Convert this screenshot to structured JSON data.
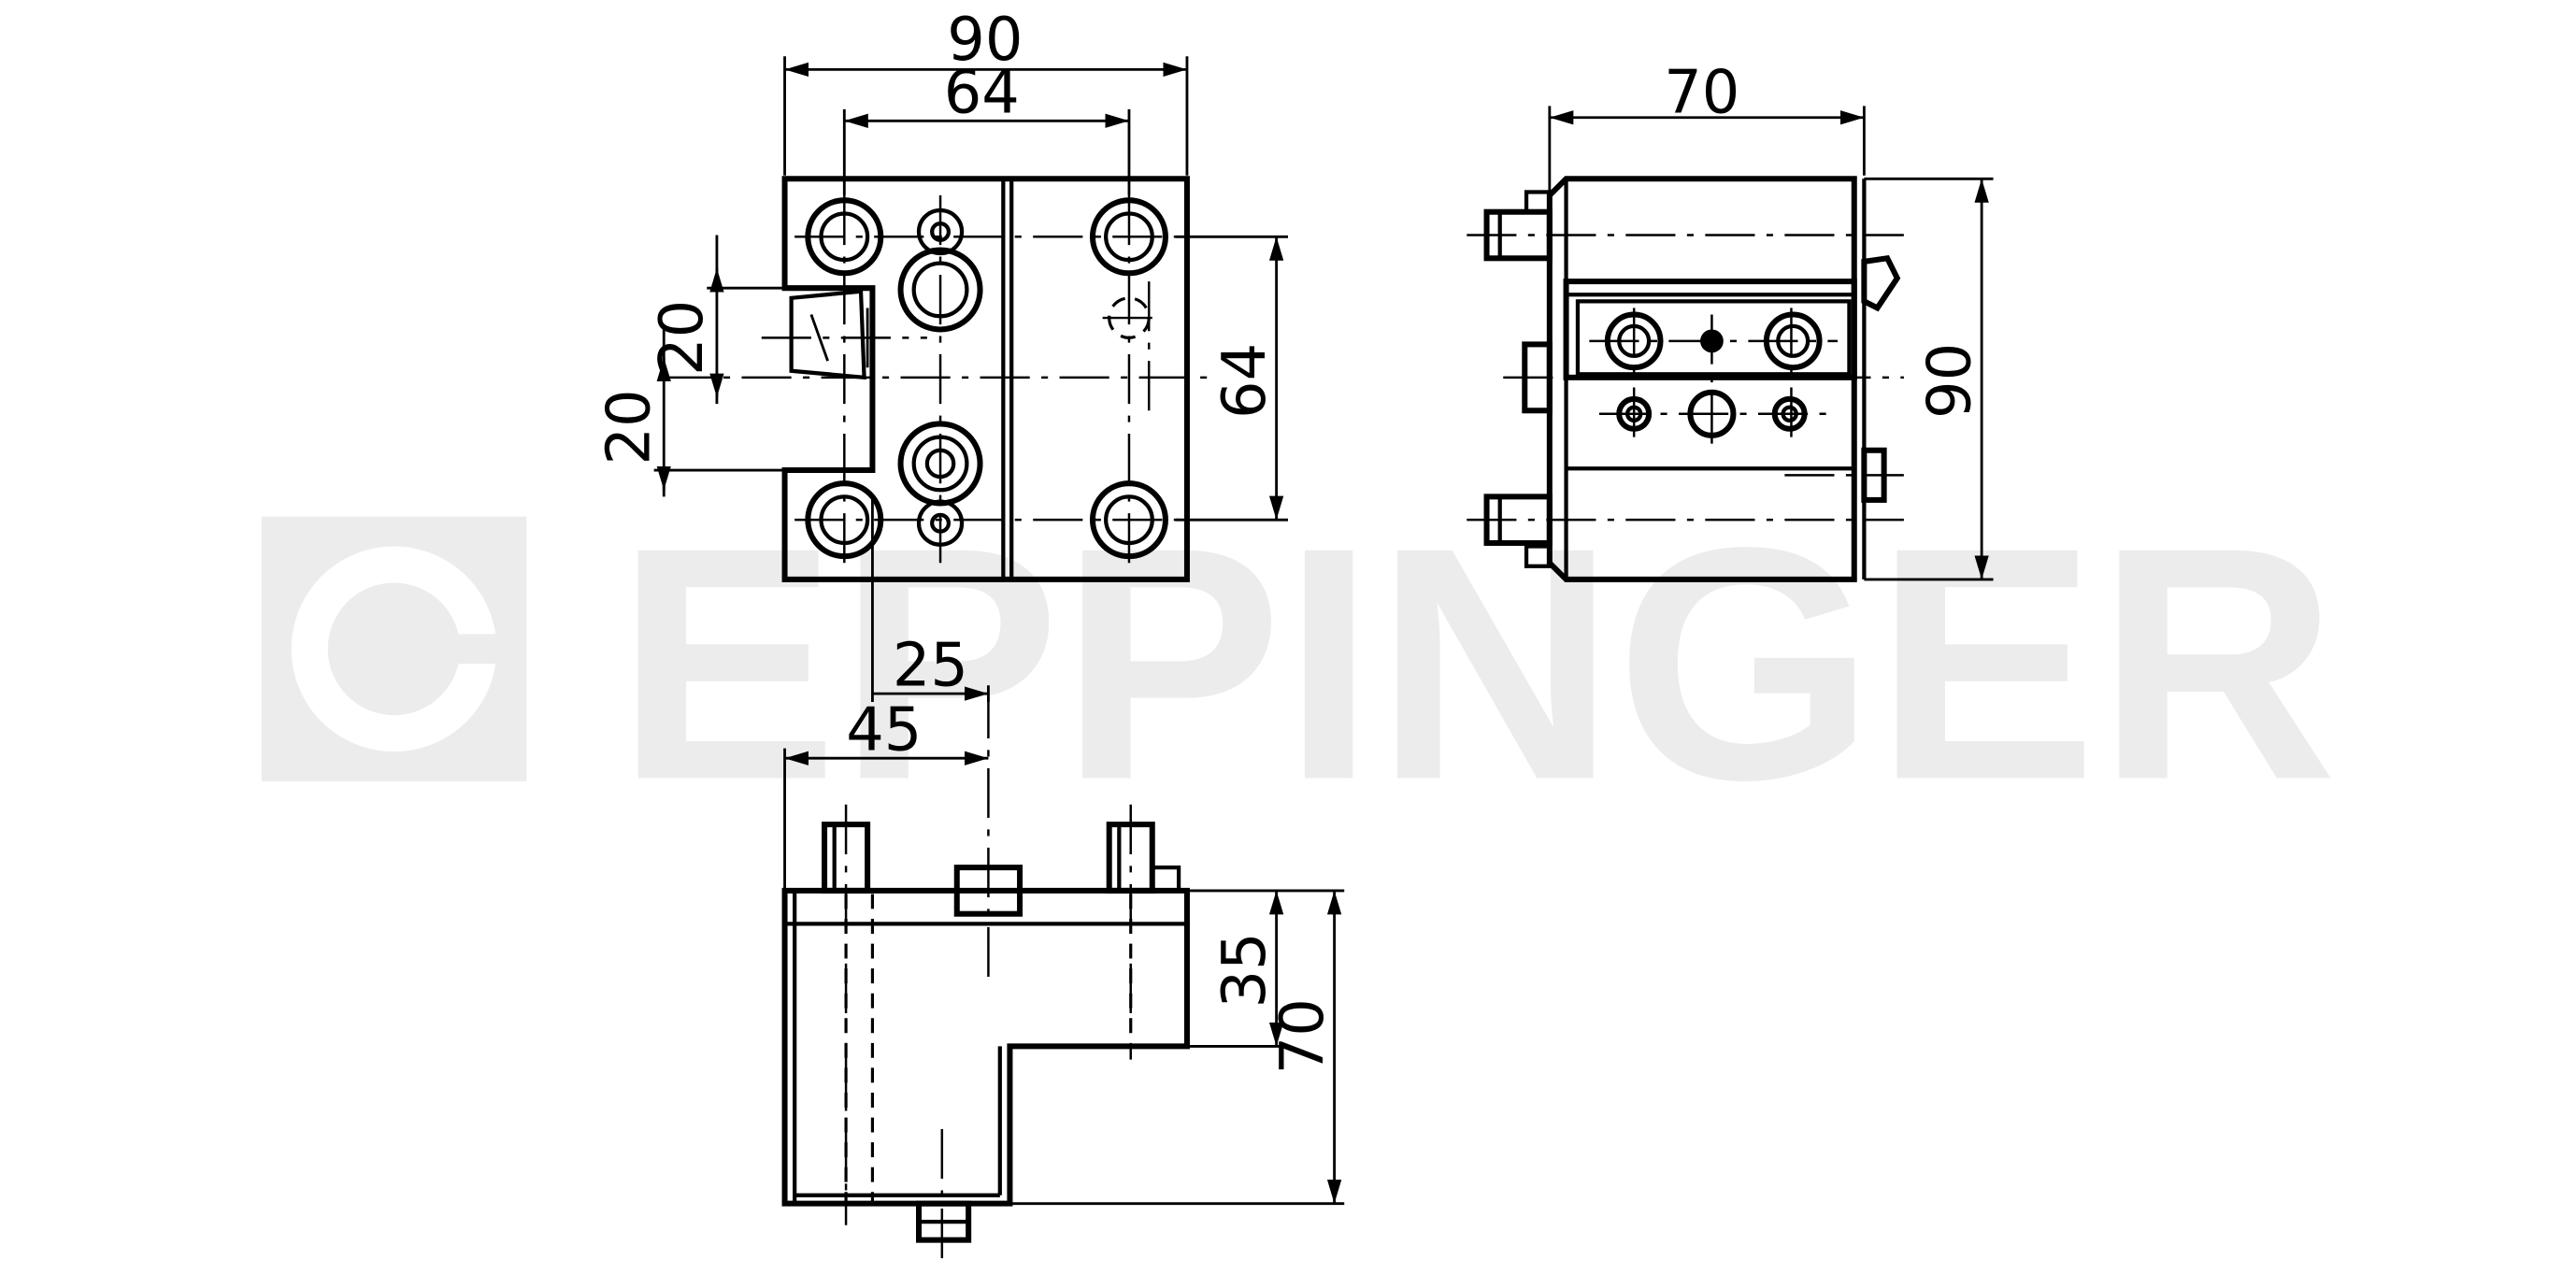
{
  "watermark": {
    "brand": "EPPINGER",
    "color": "#ececec"
  },
  "drawing": {
    "line_color": "#000000",
    "background": "#ffffff"
  },
  "front_view": {
    "dim_overall_width": "90",
    "dim_bolt_spacing": "64",
    "dim_vertical_spacing": "64",
    "dim_left_upper": "20",
    "dim_left_lower": "20"
  },
  "side_view": {
    "dim_depth": "70",
    "dim_height": "90"
  },
  "bottom_view": {
    "dim_offset_25": "25",
    "dim_offset_45": "45",
    "dim_height_35": "35",
    "dim_height_70": "70"
  }
}
